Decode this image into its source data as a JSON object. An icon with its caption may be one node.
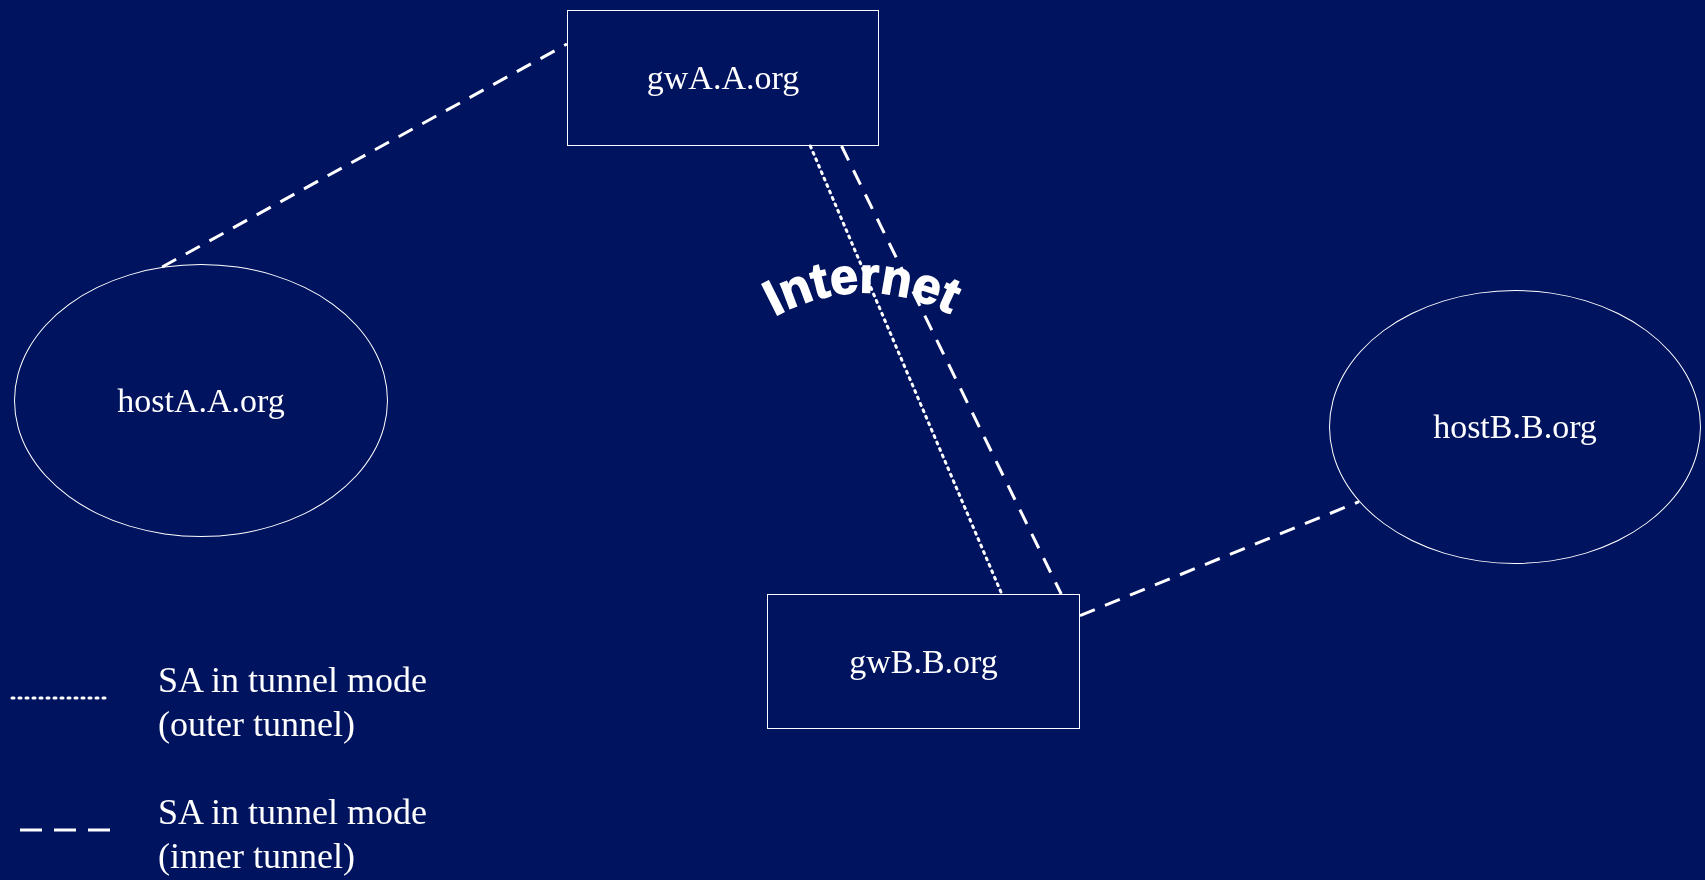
{
  "diagram": {
    "nodes": [
      {
        "text": [
          "gwA.A.org"
        ]
      },
      {
        "text": [
          "hostA.A.org"
        ]
      },
      {
        "text": [
          "gwB.B.org"
        ]
      },
      {
        "text": [
          "hostB.B.org"
        ]
      }
    ],
    "edges": [
      {
        "from": 1,
        "to": 0,
        "arrow": "none",
        "style": "dashed"
      },
      {
        "from": 0,
        "to": 2,
        "arrow": "none"
      },
      {
        "from": 0,
        "to": 2,
        "arrow": "none",
        "style": "dashed"
      },
      {
        "from": 2,
        "to": 3,
        "arrow": "none",
        "style": "dashed"
      }
    ],
    "labels": [
      "Internet"
    ],
    "legend": [
      {
        "text": "SA in tunnel mode (outer tunnel)"
      },
      {
        "text": "SA in tunnel mode (inner tunnel)"
      }
    ]
  }
}
